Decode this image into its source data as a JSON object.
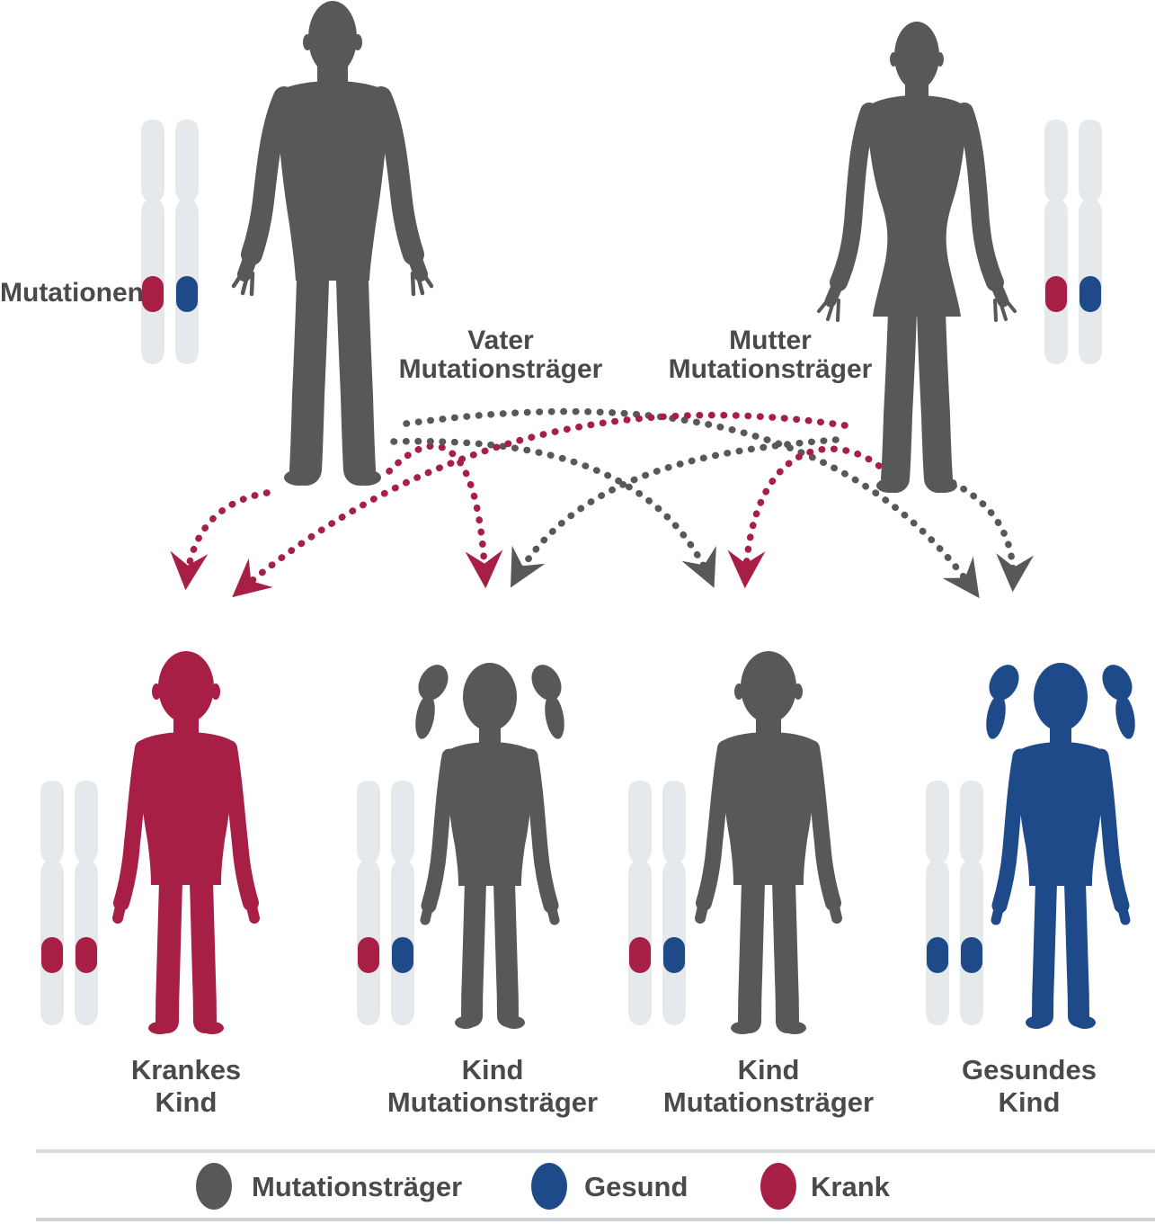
{
  "diagram": {
    "type": "autosomal-recessive-inheritance-pedigree",
    "language": "de"
  },
  "labels": {
    "mutations": "Mutationen",
    "father": {
      "line1": "Vater",
      "line2": "Mutationsträger"
    },
    "mother": {
      "line1": "Mutter",
      "line2": "Mutationsträger"
    },
    "children": [
      {
        "line1": "Krankes",
        "line2": "Kind"
      },
      {
        "line1": "Kind",
        "line2": "Mutationsträger"
      },
      {
        "line1": "Kind",
        "line2": "Mutationsträger"
      },
      {
        "line1": "Gesundes",
        "line2": "Kind"
      }
    ]
  },
  "legend": {
    "items": [
      {
        "label": "Mutationsträger",
        "status": "carrier",
        "color": "#58585a"
      },
      {
        "label": "Gesund",
        "status": "healthy",
        "color": "#1f4a8a"
      },
      {
        "label": "Krank",
        "status": "sick",
        "color": "#a81f46"
      }
    ]
  },
  "colors": {
    "carrier": "#58585a",
    "healthy": "#1f4a8a",
    "sick": "#a81f46",
    "chromosome": "#e5e9ec",
    "text": "#4a4a4c",
    "rule_top": "#d5dbdf",
    "rule_bottom": "#ccd4da",
    "background": "#ffffff"
  },
  "figures": {
    "father": {
      "role": "Vater",
      "status": "carrier",
      "chromosome_markers": [
        "sick",
        "healthy"
      ]
    },
    "mother": {
      "role": "Mutter",
      "status": "carrier",
      "chromosome_markers": [
        "sick",
        "healthy"
      ]
    },
    "children": [
      {
        "role": "Krankes Kind",
        "sex": "boy",
        "status": "sick",
        "chromosome_markers": [
          "sick",
          "sick"
        ]
      },
      {
        "role": "Kind Mutationsträger",
        "sex": "girl",
        "status": "carrier",
        "chromosome_markers": [
          "sick",
          "healthy"
        ]
      },
      {
        "role": "Kind Mutationsträger",
        "sex": "boy",
        "status": "carrier",
        "chromosome_markers": [
          "sick",
          "healthy"
        ]
      },
      {
        "role": "Gesundes Kind",
        "sex": "girl",
        "status": "healthy",
        "chromosome_markers": [
          "healthy",
          "healthy"
        ]
      }
    ]
  },
  "arrows": [
    {
      "from": "father",
      "to": "child-1",
      "allele": "mutated"
    },
    {
      "from": "father",
      "to": "child-2",
      "allele": "mutated"
    },
    {
      "from": "father",
      "to": "child-3",
      "allele": "normal"
    },
    {
      "from": "father",
      "to": "child-4",
      "allele": "normal"
    },
    {
      "from": "mother",
      "to": "child-1",
      "allele": "mutated"
    },
    {
      "from": "mother",
      "to": "child-2",
      "allele": "normal"
    },
    {
      "from": "mother",
      "to": "child-3",
      "allele": "mutated"
    },
    {
      "from": "mother",
      "to": "child-4",
      "allele": "normal"
    }
  ]
}
